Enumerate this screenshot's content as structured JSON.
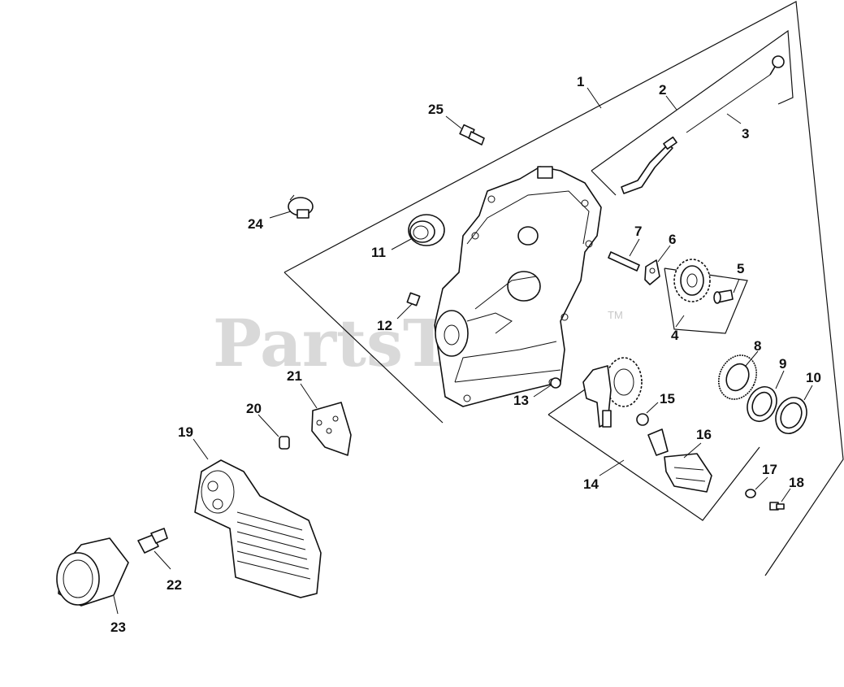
{
  "watermark": {
    "text": "PartsTree",
    "trademark": "TM"
  },
  "callouts": [
    {
      "id": "1",
      "label": "1"
    },
    {
      "id": "2",
      "label": "2"
    },
    {
      "id": "3",
      "label": "3"
    },
    {
      "id": "4",
      "label": "4"
    },
    {
      "id": "5",
      "label": "5"
    },
    {
      "id": "6",
      "label": "6"
    },
    {
      "id": "7",
      "label": "7"
    },
    {
      "id": "8",
      "label": "8"
    },
    {
      "id": "9",
      "label": "9"
    },
    {
      "id": "10",
      "label": "10"
    },
    {
      "id": "11",
      "label": "11"
    },
    {
      "id": "12",
      "label": "12"
    },
    {
      "id": "13",
      "label": "13"
    },
    {
      "id": "14",
      "label": "14"
    },
    {
      "id": "15",
      "label": "15"
    },
    {
      "id": "16",
      "label": "16"
    },
    {
      "id": "17",
      "label": "17"
    },
    {
      "id": "18",
      "label": "18"
    },
    {
      "id": "19",
      "label": "19"
    },
    {
      "id": "20",
      "label": "20"
    },
    {
      "id": "21",
      "label": "21"
    },
    {
      "id": "22",
      "label": "22"
    },
    {
      "id": "23",
      "label": "23"
    },
    {
      "id": "24",
      "label": "24"
    },
    {
      "id": "25",
      "label": "25"
    }
  ]
}
